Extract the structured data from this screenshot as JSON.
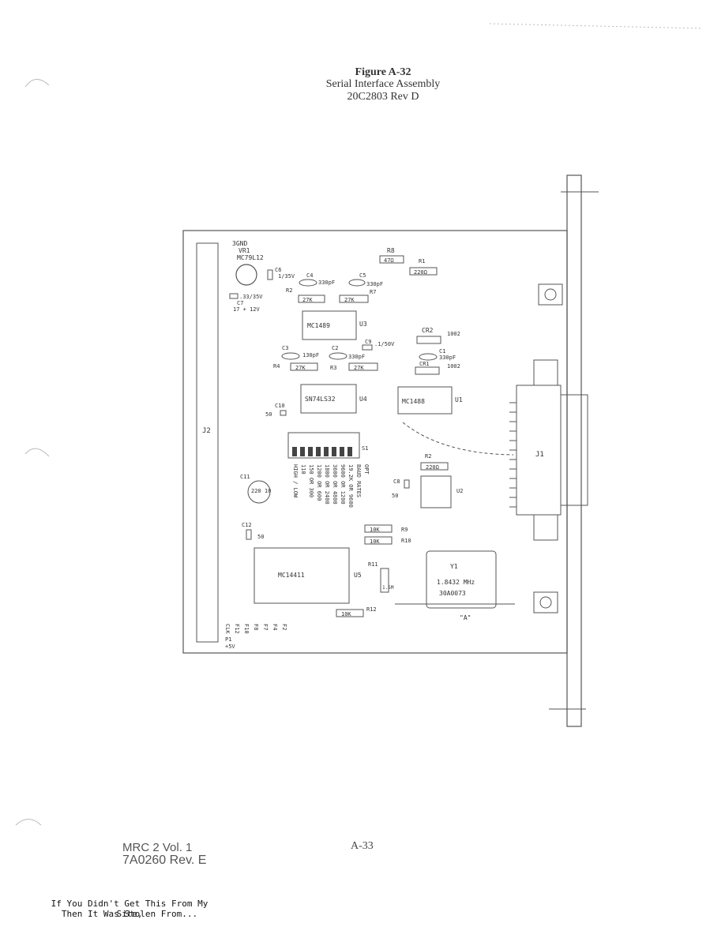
{
  "figure": {
    "title": "Figure A-32",
    "subtitle": "Serial Interface Assembly",
    "part_number": "20C2803 Rev D"
  },
  "footer": {
    "manual": "MRC 2 Vol. 1",
    "revision": "7A0260 Rev. E",
    "page_number": "A-33"
  },
  "notice": {
    "line1": "If You Didn't Get This From My Site,",
    "line2": "Then It Was Stolen From..."
  },
  "board": {
    "ground_label": "3GND",
    "vr1": "VR1",
    "vr1_part": "MC79L12",
    "c6": "C6",
    "c6_val": "1/35V",
    "c4": "C4",
    "c4_val": "330pF",
    "c5": "C5",
    "c5_val": "330pF",
    "r8": "R8",
    "r8_val": "47Ω",
    "r1": "R1",
    "r1_val": "220Ω",
    "r2a": "R2",
    "r7": "R7",
    "r_27k": "27K",
    "c7": "C7",
    "c7_val": ".33/35V",
    "v12": "17 + 12V",
    "u3_part": "MC1489",
    "u3": "U3",
    "cr2": "CR2",
    "cr_val": "1002",
    "c3": "C3",
    "c3_val": "130pF",
    "c2": "C2",
    "c2_val": "330pF",
    "c9": "C9",
    "c9_val": ".1/50V",
    "c1": "C1",
    "c1_val": "330pF",
    "cr1": "CR1",
    "r4": "R4",
    "r3": "R3",
    "u4_part": "SN74LS32",
    "u4": "U4",
    "u1_part": "MC1488",
    "u1": "U1",
    "c10": "C10",
    "c_50": "50",
    "j2": "J2",
    "s1": "S1",
    "j1": "J1",
    "r2b": "R2",
    "r2b_val": "220Ω",
    "c11": "C11",
    "c11_val": "220 10",
    "c8": "C8",
    "u2": "U2",
    "dip_labels": [
      "HIGH / LOW",
      "110",
      "150 OR 300",
      "1200 OR 600",
      "1800 OR 2400",
      "3600 OR 4800",
      "9600 OR 1200",
      "19.2K OR 9600",
      "BAUD RATES",
      "OPT"
    ],
    "c12": "C12",
    "r9": "R9",
    "r10": "R10",
    "r_10k": "10K",
    "u5_part": "MC14411",
    "u5": "U5",
    "r11": "R11",
    "r11_val": "1.5M",
    "y1": "Y1",
    "y1_freq": "1.8432 MHz",
    "y1_part": "30A0073",
    "r12": "R12",
    "dim_a": "\"A\"",
    "pins": [
      "P1",
      "+5V",
      "CLK",
      "F12",
      "F10",
      "F8",
      "F7",
      "F4",
      "F2"
    ]
  }
}
